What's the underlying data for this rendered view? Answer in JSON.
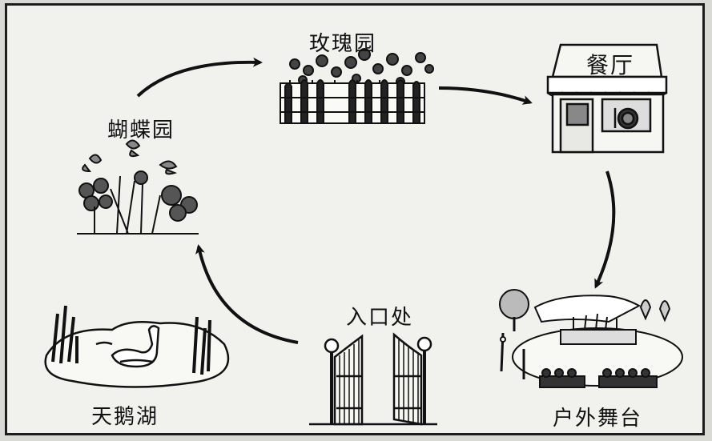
{
  "locations": {
    "rose_garden": "玫瑰园",
    "restaurant": "餐厅",
    "butterfly_garden": "蝴蝶园",
    "entrance": "入口处",
    "swan_lake": "天鹅湖",
    "outdoor_stage": "户外舞台"
  },
  "restaurant_sign": "餐厅",
  "route": [
    "入口处",
    "蝴蝶园",
    "玫瑰园",
    "餐厅",
    "户外舞台"
  ],
  "colors": {
    "ink": "#111111",
    "paper": "#f1f1ee",
    "frame": "#1d1d1d"
  }
}
